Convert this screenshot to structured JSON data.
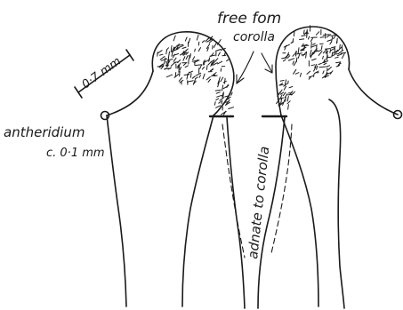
{
  "labels": {
    "free_line1": "free fom",
    "free_line2": "corolla",
    "scale": "0·7 mm",
    "antheridium_line1": "antheridium",
    "antheridium_line2": "c. 0·1 mm",
    "adnate": "adnate to corolla"
  }
}
